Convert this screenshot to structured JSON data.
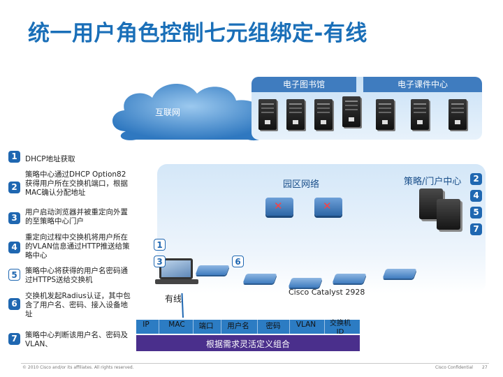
{
  "title": "统一用户角色控制七元组绑定-有线",
  "top_servers": {
    "library_label": "电子图书馆",
    "courseware_label": "电子课件中心"
  },
  "cloud_label": "互联网",
  "campus_label": "园区网络",
  "policy_label": "策略/门户中心",
  "steps": [
    {
      "num": "1",
      "text": "DHCP地址获取"
    },
    {
      "num": "2",
      "text": "策略中心通过DHCP Option82获得用户所在交换机端口，根据MAC确认分配地址"
    },
    {
      "num": "3",
      "text": "用户启动浏览器并被重定向外置的至策略中心门户"
    },
    {
      "num": "4",
      "text": "重定向过程中交换机将用户所在的VLAN信息通过HTTP推送给策略中心"
    },
    {
      "num": "5",
      "text": "策略中心将获得的用户名密码通过HTTPS送给交换机"
    },
    {
      "num": "6",
      "text": "交换机发起Radius认证，其中包含了用户名、密码、接入设备地址"
    },
    {
      "num": "7",
      "text": "策略中心判断该用户名、密码及VLAN、"
    }
  ],
  "right_badges": [
    "2",
    "4",
    "5",
    "7"
  ],
  "diagram_badges": [
    "1",
    "3",
    "6"
  ],
  "wired_label": "有线",
  "switch_label": "Cisco Catalyst 2928",
  "fields": [
    "IP",
    "MAC",
    "端口",
    "用户名",
    "密码",
    "VLAN"
  ],
  "field_vlanid": "交换机ID",
  "combo_label": "根据需求灵活定义组合",
  "footer": {
    "left": "© 2010 Cisco and/or its affiliates. All rights reserved.",
    "right": "Cisco Confidential",
    "page": "27"
  }
}
